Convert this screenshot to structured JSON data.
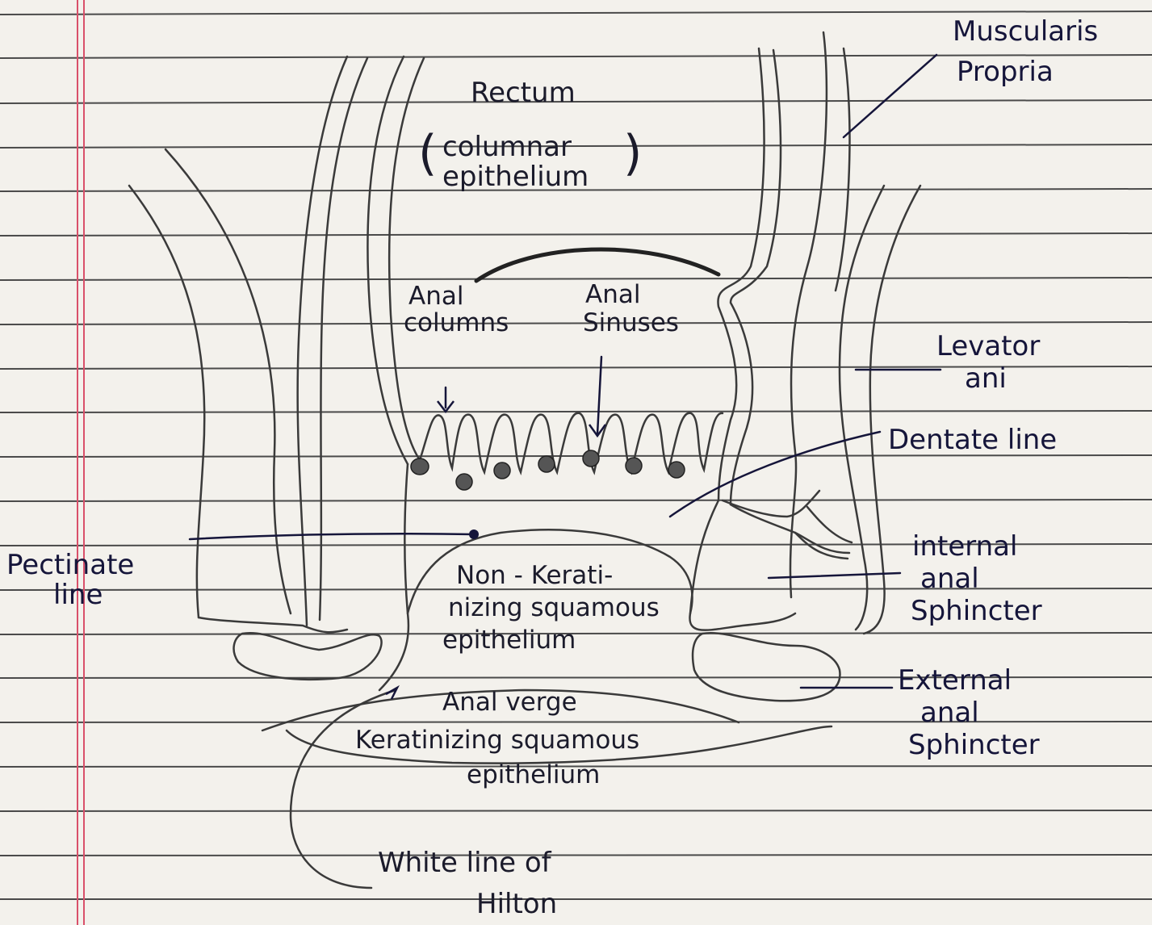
{
  "labels": {
    "muscularis_propria": [
      "Muscularis",
      "Propria"
    ],
    "rectum": "Rectum",
    "columnar_epithelium": [
      "columnar",
      "epithelium"
    ],
    "anal_columns": [
      "Anal",
      "columns"
    ],
    "anal_sinuses": [
      "Anal",
      "Sinuses"
    ],
    "levator_ani": [
      "Levator",
      "ani"
    ],
    "dentate_line": "Dentate line",
    "pectinate_line": [
      "Pectinate",
      "line"
    ],
    "internal_anal_sphincter": [
      "internal",
      "anal",
      "Sphincter"
    ],
    "non_keratinizing": [
      "Non - Kerati-",
      "nizing squamous",
      "epithelium"
    ],
    "external_anal_sphincter": [
      "External",
      "anal",
      "Sphincter"
    ],
    "anal_verge": "Anal verge",
    "keratinizing": [
      "Keratinizing squamous",
      "epithelium"
    ],
    "white_line_of_hilton": [
      "White line of",
      "Hilton"
    ]
  },
  "colors": {
    "paper": "#f3f1ec",
    "ruled_line": "#4a4a4a",
    "margin_line": "#d9506a",
    "pencil": "#3a3a3a",
    "ink": "#15153a"
  }
}
